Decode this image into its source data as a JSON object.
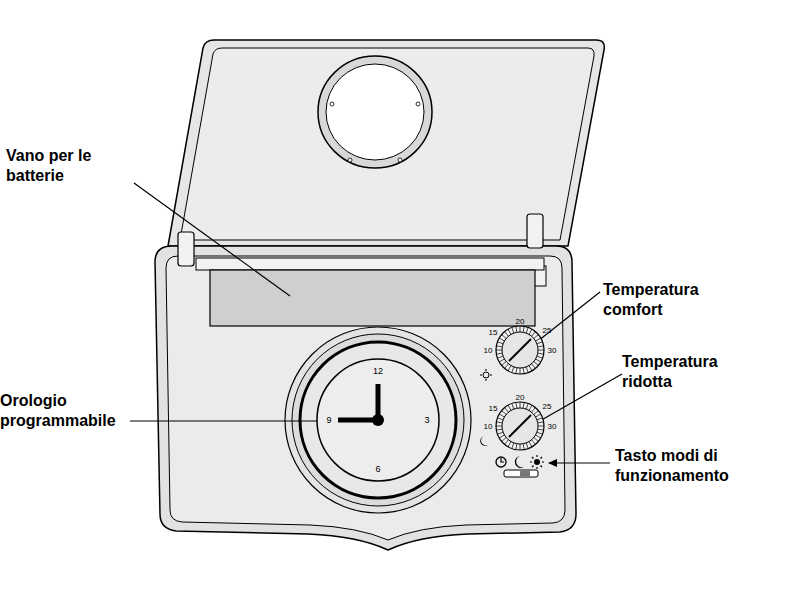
{
  "diagram": {
    "nodes": [
      {
        "text": [
          "12",
          "3",
          "6",
          "9"
        ]
      },
      {
        "text": [
          "15",
          "20",
          "25",
          "10",
          "30"
        ]
      },
      {
        "text": [
          "15",
          "20",
          "25",
          "10",
          "30"
        ]
      }
    ],
    "labels": [
      "Vano per le batterie",
      "Orologio programmabile",
      "Temperatura comfort",
      "Temperatura ridotta",
      "Tasto modi di funzionamento"
    ]
  }
}
